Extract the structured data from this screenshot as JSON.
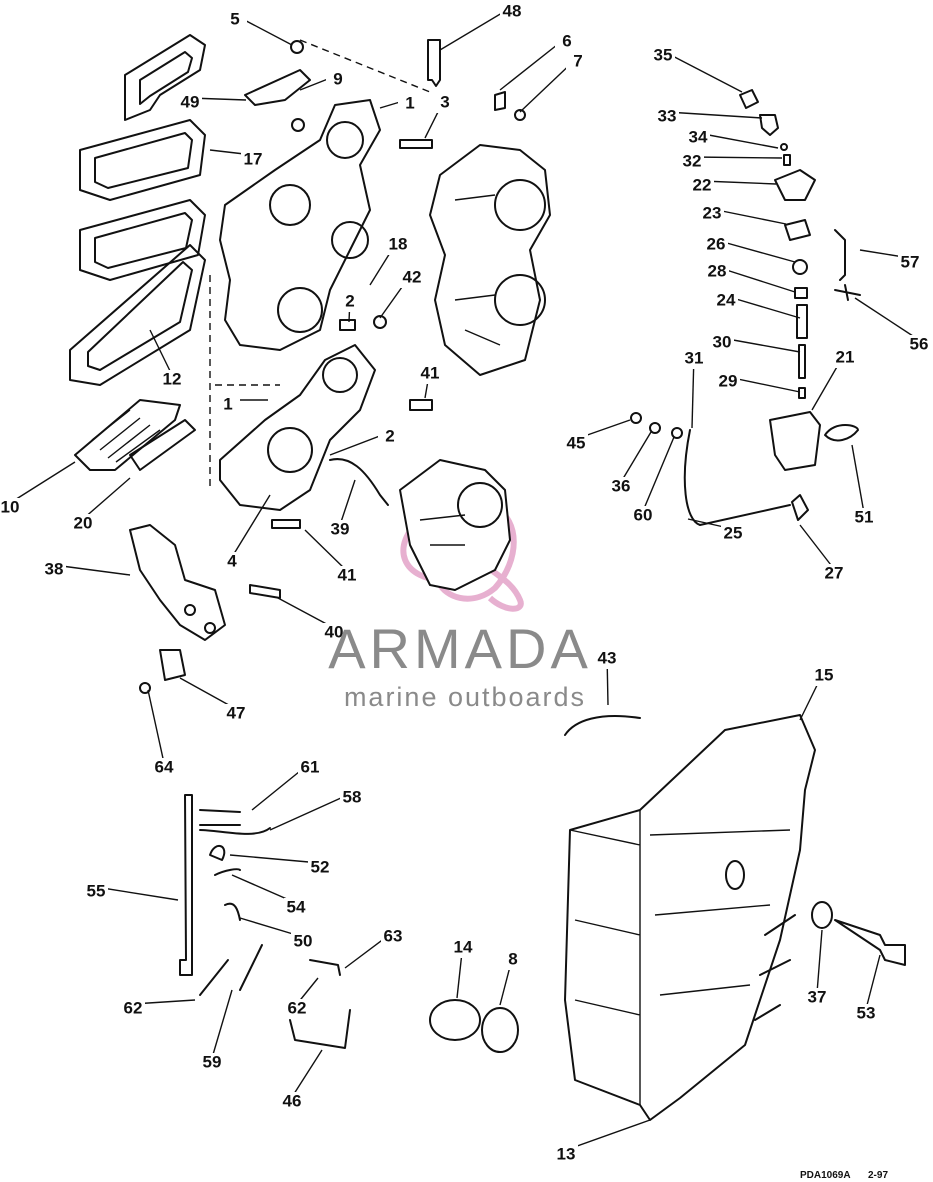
{
  "watermark": {
    "title": "ARMADA",
    "subtitle": "marine outboards",
    "logo_color": "#e3a3c8"
  },
  "figure_code": "PDA1069A",
  "figure_date": "2-97",
  "callouts": [
    "5",
    "48",
    "6",
    "7",
    "9",
    "49",
    "1",
    "3",
    "17",
    "35",
    "33",
    "34",
    "32",
    "22",
    "23",
    "57",
    "26",
    "28",
    "56",
    "24",
    "30",
    "21",
    "31",
    "29",
    "18",
    "42",
    "2",
    "12",
    "41",
    "1",
    "2",
    "45",
    "36",
    "60",
    "51",
    "10",
    "20",
    "25",
    "39",
    "4",
    "41",
    "27",
    "38",
    "40",
    "43",
    "47",
    "64",
    "15",
    "61",
    "58",
    "52",
    "55",
    "62",
    "54",
    "50",
    "63",
    "37",
    "14",
    "8",
    "53",
    "62",
    "59",
    "46",
    "13"
  ]
}
